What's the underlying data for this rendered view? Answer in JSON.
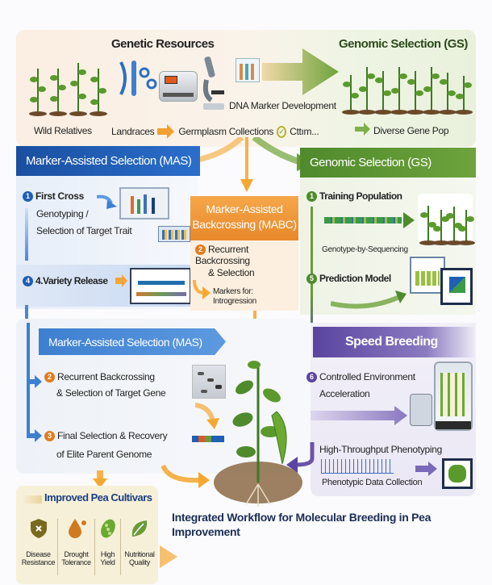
{
  "top": {
    "genetic_resources_title": "Genetic Resources",
    "wild_relatives": "Wild Relatives",
    "landraces": "Landraces",
    "germplasm": "Germplasm Collections",
    "cttm": "Cttım...",
    "dna_marker": "DNA Marker Development",
    "gs_title": "Genomic Selection (GS)",
    "diverse_gene_pool": "Diverse Gene Pop"
  },
  "mas": {
    "title": "Marker-Assisted Selection (MAS)",
    "step1_num": "1",
    "step1": "First Cross",
    "genotyping_1": "Genotyping /",
    "genotyping_2": "Selection of Target Trait",
    "step4_num": "4",
    "step4": "4.Variety Release"
  },
  "mabc": {
    "title_1": "Marker-Assisted",
    "title_2": "Backcrossing (MABC)",
    "step2_num": "2",
    "step2_1": "Recurrent Backcrossing",
    "step2_2": "& Selection",
    "markers": "Markers for: Introgression"
  },
  "gs": {
    "title": "Genomic Selection (GS)",
    "step1_num": "1",
    "step1": "Training Population",
    "gbs": "Genotype-by-Sequencing",
    "step5_num": "5",
    "step5": "Prediction Model"
  },
  "mas2": {
    "title": "Marker-Assisted Selection (MAS)",
    "step2_num": "2",
    "step2_1": "Recurrent Backcrossing",
    "step2_2": "& Selection of Target Gene",
    "step3_num": "3",
    "step3_1": "Final Selection & Recovery",
    "step3_2": "of Elite Parent Genome"
  },
  "speed": {
    "title": "Speed Breeding",
    "step6_num": "6",
    "step6_1": "Controlled Environment",
    "step6_2": "Acceleration",
    "htp": "High-Throughput Phenotyping",
    "pdc": "Phenotypic Data Collection"
  },
  "cultivars": {
    "title": "Improved Pea Cultivars",
    "traits": [
      {
        "l1": "Disease",
        "l2": "Resistance",
        "icon": "shield-icon"
      },
      {
        "l1": "Drought",
        "l2": "Tolerance",
        "icon": "water-drop-icon"
      },
      {
        "l1": "High",
        "l2": "Yield",
        "icon": "pea-pod-icon"
      },
      {
        "l1": "Nutritional",
        "l2": "Quality",
        "icon": "leaf-icon"
      }
    ]
  },
  "main_title": "Integrated Workflow for Molecular Breeding in Pea Improvement",
  "colors": {
    "blue": "#1f5fb4",
    "green": "#5e9a35",
    "orange": "#ef9a2c",
    "purple": "#6b53a8",
    "navy": "#1b2e55"
  }
}
